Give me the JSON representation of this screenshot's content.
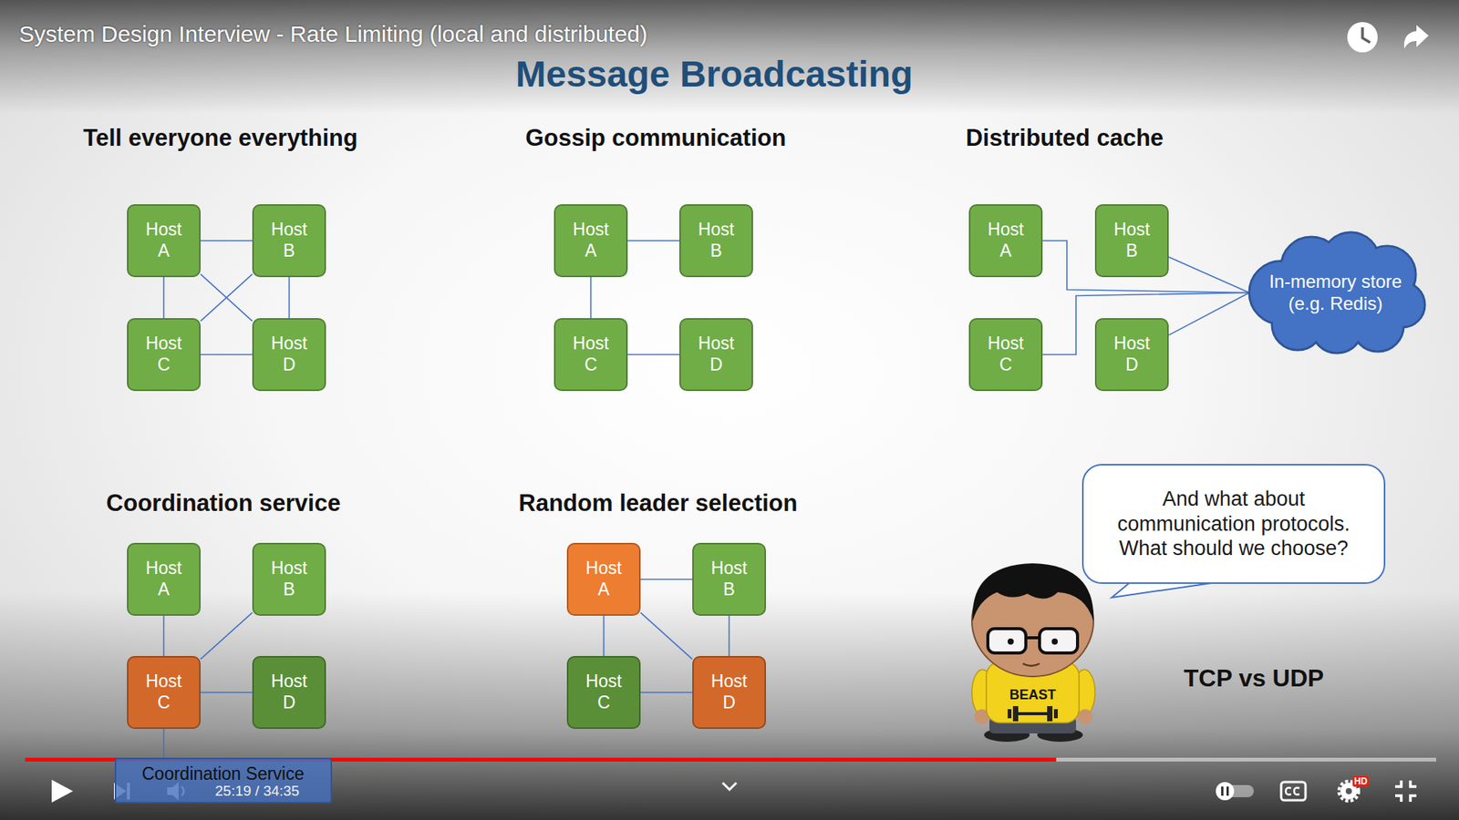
{
  "diagram": {
    "title": "Message Broadcasting",
    "nodes": [
      {
        "text": [
          "Host A"
        ]
      },
      {
        "text": [
          "Host B"
        ]
      },
      {
        "text": [
          "Host C"
        ]
      },
      {
        "text": [
          "Host D"
        ]
      },
      {
        "text": [
          "Host A"
        ]
      },
      {
        "text": [
          "Host B"
        ]
      },
      {
        "text": [
          "Host C"
        ]
      },
      {
        "text": [
          "Host D"
        ]
      },
      {
        "text": [
          "Host A"
        ]
      },
      {
        "text": [
          "Host B"
        ]
      },
      {
        "text": [
          "Host C"
        ]
      },
      {
        "text": [
          "Host D"
        ]
      },
      {
        "text": [
          "In-memory store (e.g. Redis)"
        ]
      },
      {
        "text": [
          "Host A"
        ]
      },
      {
        "text": [
          "Host B"
        ]
      },
      {
        "text": [
          "Host C"
        ]
      },
      {
        "text": [
          "Host D"
        ]
      },
      {
        "text": [
          "Coordination Service"
        ]
      },
      {
        "text": [
          "Host A"
        ]
      },
      {
        "text": [
          "Host B"
        ]
      },
      {
        "text": [
          "Host C"
        ]
      },
      {
        "text": [
          "Host D"
        ]
      },
      {
        "text": [
          "And what about communication protocols. What should we choose?"
        ]
      }
    ],
    "edges": [
      {
        "from": 0,
        "to": 1,
        "arrow": "none"
      },
      {
        "from": 0,
        "to": 2,
        "arrow": "none"
      },
      {
        "from": 1,
        "to": 3,
        "arrow": "none"
      },
      {
        "from": 2,
        "to": 3,
        "arrow": "none"
      },
      {
        "from": 0,
        "to": 3,
        "arrow": "none"
      },
      {
        "from": 1,
        "to": 2,
        "arrow": "none"
      },
      {
        "from": 4,
        "to": 5,
        "arrow": "none"
      },
      {
        "from": 4,
        "to": 6,
        "arrow": "none"
      },
      {
        "from": 6,
        "to": 7,
        "arrow": "none"
      },
      {
        "from": 8,
        "to": 12,
        "arrow": "none"
      },
      {
        "from": 9,
        "to": 12,
        "arrow": "none"
      },
      {
        "from": 10,
        "to": 12,
        "arrow": "none"
      },
      {
        "from": 11,
        "to": 12,
        "arrow": "none"
      },
      {
        "from": 13,
        "to": 15,
        "arrow": "none"
      },
      {
        "from": 14,
        "to": 15,
        "arrow": "none"
      },
      {
        "from": 15,
        "to": 16,
        "arrow": "none"
      },
      {
        "from": 15,
        "to": 17,
        "arrow": "none"
      },
      {
        "from": 18,
        "to": 19,
        "arrow": "none"
      },
      {
        "from": 18,
        "to": 20,
        "arrow": "none"
      },
      {
        "from": 18,
        "to": 21,
        "arrow": "none"
      },
      {
        "from": 19,
        "to": 21,
        "arrow": "none"
      },
      {
        "from": 20,
        "to": 21,
        "arrow": "none"
      }
    ],
    "labels": [
      "System Design Interview - Rate Limiting (local and distributed)",
      "Tell everyone everything",
      "Gossip communication",
      "Distributed cache",
      "Coordination service",
      "Random leader selection",
      "BEAST",
      "TCP vs UDP",
      "25:19 / 34:35",
      "HD"
    ]
  }
}
